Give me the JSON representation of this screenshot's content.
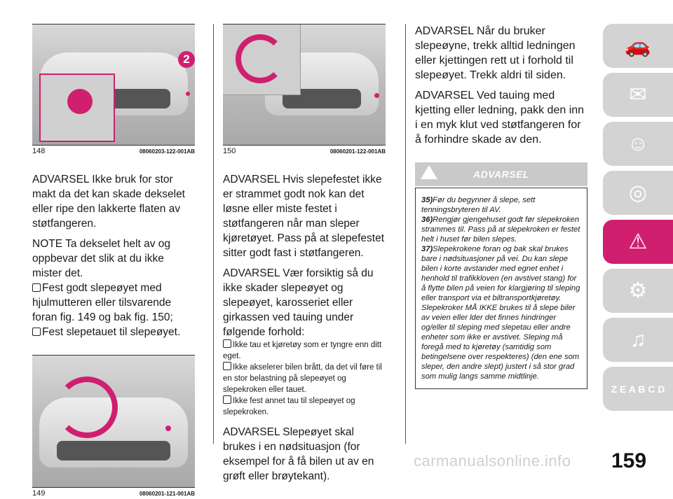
{
  "col1": {
    "fig148": {
      "number": "148",
      "code": "08060203-122-001AB",
      "badge": "2"
    },
    "para1": "ADVARSEL Ikke bruk for stor makt da det kan skade dekselet eller ripe den lakkerte flaten av støtfangeren.",
    "para2": "NOTE  Ta dekselet helt av og oppbevar det slik at du ikke mister det.",
    "bullet1": "Fest godt slepeøyet med hjulmutteren eller tilsvarende foran fig. 149 og bak fig. 150;",
    "bullet2": "Fest slepetauet til slepeøyet.",
    "fig149": {
      "number": "149",
      "code": "08060201-121-001AB"
    }
  },
  "col2": {
    "fig150": {
      "number": "150",
      "code": "08060201-122-001AB"
    },
    "para1": "ADVARSEL Hvis slepefestet ikke er strammet godt nok kan det løsne eller miste festet i støtfangeren når man sleper kjøretøyet. Pass på at slepefestet sitter godt fast i støtfangeren.",
    "para2": "ADVARSEL Vær forsiktig så du ikke skader slepeøyet og slepeøyet, karosseriet eller girkassen ved tauing under følgende forhold:",
    "small1": "Ikke tau et kjøretøy som er tyngre enn ditt eget.",
    "small2": "Ikke akselerer bilen brått, da det vil føre til en stor belastning på slepeøyet og slepekroken eller tauet.",
    "small3": "Ikke fest annet tau til slepeøyet og slepekroken.",
    "para3": "ADVARSEL Slepeøyet skal brukes i en nødsituasjon (for eksempel for å få bilen ut av en grøft eller brøytekant)."
  },
  "col3": {
    "para1": "ADVARSEL Når du bruker slepeøyne, trekk alltid ledningen eller kjettingen rett ut i forhold til slepeøyet. Trekk aldri til siden.",
    "para2": "ADVARSEL Ved tauing med kjetting eller ledning, pakk den inn i en myk klut ved støtfangeren for å forhindre skade av den.",
    "warning_title": "ADVARSEL",
    "items": [
      {
        "num": "35)",
        "text": "Før du begynner å slepe, sett tenningsbryteren til AV."
      },
      {
        "num": "36)",
        "text": "Rengjør gjengehuset godt før slepekroken strammes til. Pass på at slepekroken er festet helt i huset før bilen slepes."
      },
      {
        "num": "37)",
        "text": "Slepekrokene foran og bak skal brukes bare i nødsituasjoner på vei. Du kan slepe bilen i korte avstander med egnet enhet i henhold til trafikkloven (en avstivet stang) for å flytte bilen på veien for klargjøring til sleping eller transport via et biltransportkjøretøy. Slepekroker MÅ IKKE brukes til å slepe biler av veien eller lder det finnes hindringer og/eller til sleping med slepetau eller andre enheter som ikke er avstivet. Sleping må foregå med to kjøretøy (samtidig som betingelsene over respekteres) (den ene som sleper, den andre slept) justert i så stor grad som mulig langs samme midtlinje."
      }
    ]
  },
  "tabs": [
    {
      "icon": "car-info-icon",
      "glyph": "🚗",
      "active": false
    },
    {
      "icon": "dashboard-lights-icon",
      "glyph": "✉",
      "active": false
    },
    {
      "icon": "safety-airbag-icon",
      "glyph": "☺",
      "active": false
    },
    {
      "icon": "steering-wheel-icon",
      "glyph": "◎",
      "active": false
    },
    {
      "icon": "emergency-car-icon",
      "glyph": "⚠",
      "active": true
    },
    {
      "icon": "maintenance-gears-icon",
      "glyph": "⚙",
      "active": false
    },
    {
      "icon": "multimedia-icon",
      "glyph": "♫",
      "active": false
    },
    {
      "icon": "index-letters-icon",
      "glyph": "Z E A B C D",
      "active": false
    }
  ],
  "page_number": "159",
  "watermark": "carmanualsonline.info",
  "colors": {
    "accent": "#d01f6f",
    "tab_gray": "#d3d3d3"
  }
}
